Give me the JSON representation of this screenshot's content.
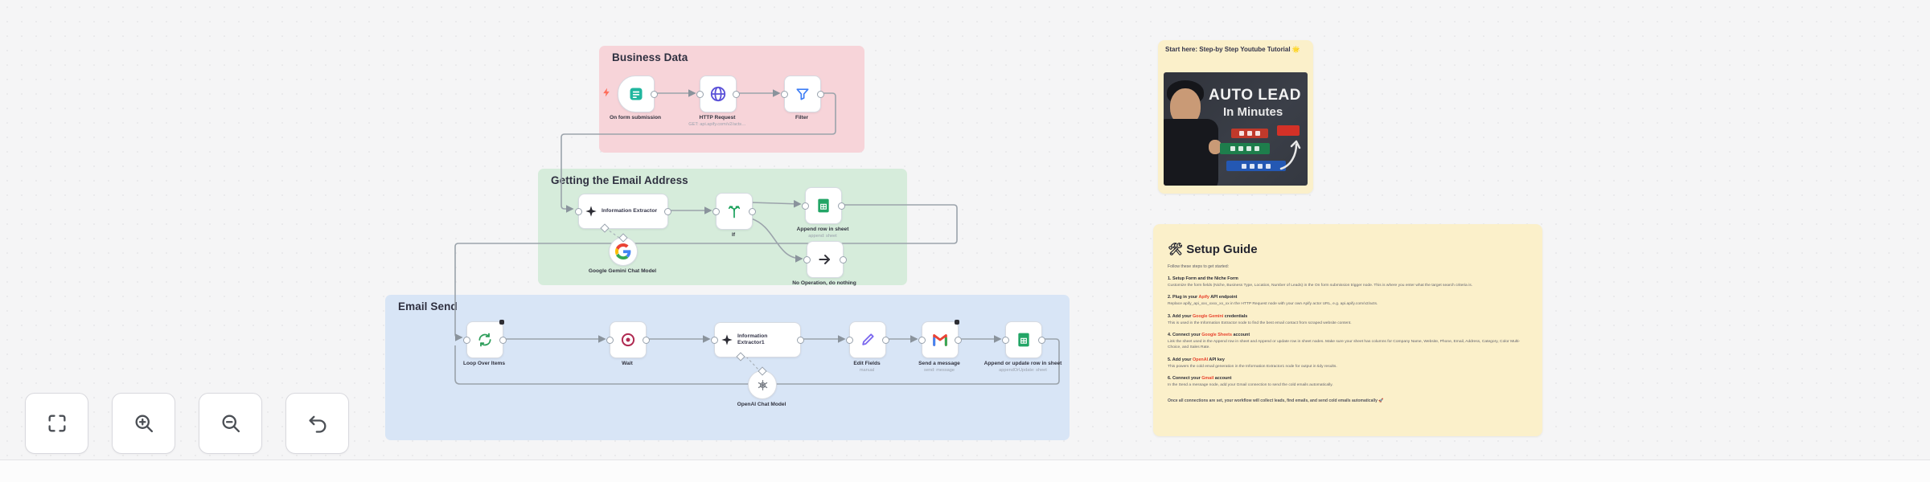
{
  "groups": [
    {
      "id": "business-data",
      "label": "Business Data"
    },
    {
      "id": "getting-the-email-address",
      "label": "Getting the Email Address"
    },
    {
      "id": "email-send",
      "label": "Email Send"
    }
  ],
  "nodes": [
    {
      "id": "on-form-submission",
      "label": "On form submission",
      "icon": "form-trigger-icon"
    },
    {
      "id": "http-request",
      "label": "HTTP Request",
      "sublabel": "GET: api.apify.com/v2/acts…",
      "icon": "globe-icon"
    },
    {
      "id": "filter",
      "label": "Filter",
      "icon": "filter-icon"
    },
    {
      "id": "information-extractor",
      "label": "Information Extractor",
      "icon": "sparkle-icon"
    },
    {
      "id": "if",
      "label": "If",
      "icon": "branch-icon"
    },
    {
      "id": "append-row-in-sheet",
      "label": "Append row in sheet",
      "sublabel": "append: sheet",
      "icon": "google-sheets-icon"
    },
    {
      "id": "no-operation",
      "label": "No Operation, do nothing",
      "icon": "arrow-right-icon"
    },
    {
      "id": "google-gemini-chat-model",
      "label": "Google Gemini Chat Model",
      "icon": "google-icon"
    },
    {
      "id": "loop-over-items",
      "label": "Loop Over Items",
      "icon": "loop-icon"
    },
    {
      "id": "wait",
      "label": "Wait",
      "icon": "wait-icon"
    },
    {
      "id": "information-extractor1",
      "label": "Information Extractor1",
      "icon": "sparkle-icon"
    },
    {
      "id": "openai-chat-model",
      "label": "OpenAI Chat Model",
      "icon": "openai-icon"
    },
    {
      "id": "edit-fields",
      "label": "Edit Fields",
      "sublabel": "manual",
      "icon": "pencil-icon"
    },
    {
      "id": "send-a-message",
      "label": "Send a message",
      "sublabel": "send: message",
      "icon": "gmail-icon"
    },
    {
      "id": "append-or-update-row-in-sheet",
      "label": "Append or update row in sheet",
      "sublabel": "appendOrUpdate: sheet",
      "icon": "google-sheets-icon"
    }
  ],
  "youtube_note": {
    "title": "Start here: Step-by Step Youtube Tutorial 🌟",
    "thumbnail": {
      "line1": "AUTO LEAD",
      "line2": "In Minutes"
    }
  },
  "setup_guide": {
    "title": "🛠 Setup Guide",
    "intro": "Follow these steps to get started:",
    "steps": [
      {
        "heading_pre": "1. Setup Form and the Niche Form",
        "heading_colored": "",
        "heading_post": "",
        "body": "Customize the form fields (Niche, Business Type, Location, Number of Leads) in the On form submission trigger node. This is where you enter what the target search criteria is."
      },
      {
        "heading_pre": "2. Plug in your ",
        "heading_colored": "Apify",
        "heading_post": " API endpoint",
        "body": "Replace apify_api_xxx_xxxx_xx_xx in the HTTP Request node with your own Apify actor URL, e.g. api.apify.com/v2/acts."
      },
      {
        "heading_pre": "3. Add your ",
        "heading_colored": "Google Gemini",
        "heading_post": " credentials",
        "body": "This is used in the Information Extractor node to find the best email contact from scraped website content."
      },
      {
        "heading_pre": "4. Connect your ",
        "heading_colored": "Google Sheets",
        "heading_post": " account",
        "body": "Link the sheet used in the Append row in sheet and Append or update row in sheet nodes. Make sure your sheet has columns for Company Name, Website, Phone, Email, Address, Category, Color Multi-Choice, and Sales Rate."
      },
      {
        "heading_pre": "5. Add your ",
        "heading_colored": "OpenAI",
        "heading_post": " API key",
        "body": "This powers the cold email generation in the Information Extractor1 node for output in tidy results."
      },
      {
        "heading_pre": "6. Connect your ",
        "heading_colored": "Gmail",
        "heading_post": " account",
        "body": "In the Send a message node, add your Gmail connection to send the cold emails automatically."
      }
    ],
    "footer": "Once all connections are set, your workflow will collect leads, find emails, and send cold emails automatically 🚀"
  },
  "toolbar": {
    "buttons": [
      {
        "id": "fit-view"
      },
      {
        "id": "zoom-in"
      },
      {
        "id": "zoom-out"
      },
      {
        "id": "undo"
      }
    ]
  },
  "colors": {
    "group_red": "#f7d4d9",
    "group_green": "#d6ecdb",
    "group_blue": "#d8e5f6",
    "sticky_yellow": "#fbf0ca",
    "accent_red": "#e8432d"
  }
}
